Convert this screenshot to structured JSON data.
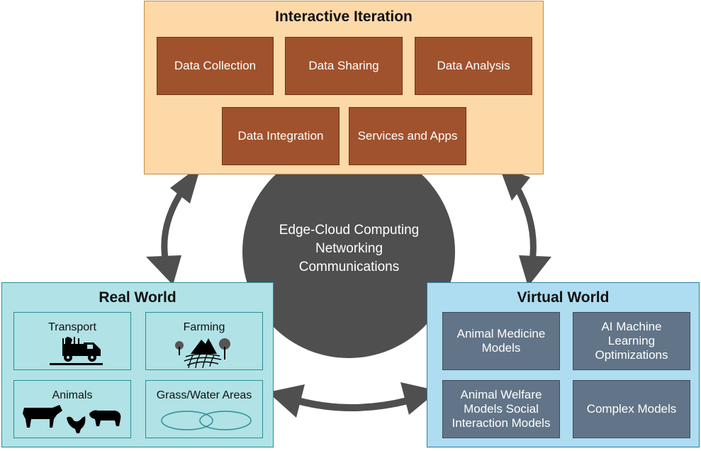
{
  "colors": {
    "iteration_panel_bg": "#fdd9a8",
    "iteration_box": "#a0522d",
    "real_world_bg": "#b0e2e6",
    "virtual_world_bg": "#aedcf0",
    "virtual_box": "#627487",
    "hub": "#4f4f4f",
    "arrow": "#4f4f4f"
  },
  "interactive_iteration": {
    "title": "Interactive Iteration",
    "boxes": [
      {
        "label": "Data Collection"
      },
      {
        "label": "Data Sharing"
      },
      {
        "label": "Data Analysis"
      },
      {
        "label": "Data Integration"
      },
      {
        "label": "Services and Apps"
      }
    ]
  },
  "hub": {
    "lines": [
      "Edge-Cloud Computing",
      "Networking",
      "Communications"
    ]
  },
  "real_world": {
    "title": "Real World",
    "boxes": [
      {
        "label": "Transport",
        "icon": "truck-icon"
      },
      {
        "label": "Farming",
        "icon": "farm-landscape-icon"
      },
      {
        "label": "Animals",
        "icon": "livestock-icon"
      },
      {
        "label": "Grass/Water Areas",
        "icon": "overlapping-ellipses-icon"
      }
    ]
  },
  "virtual_world": {
    "title": "Virtual World",
    "boxes": [
      {
        "lines": [
          "Animal Medicine",
          "Models"
        ]
      },
      {
        "lines": [
          "AI Machine",
          "Learning",
          "Optimizations"
        ]
      },
      {
        "lines": [
          "Animal Welfare",
          "Models Social",
          "Interaction Models"
        ]
      },
      {
        "lines": [
          "Complex Models"
        ]
      }
    ]
  }
}
